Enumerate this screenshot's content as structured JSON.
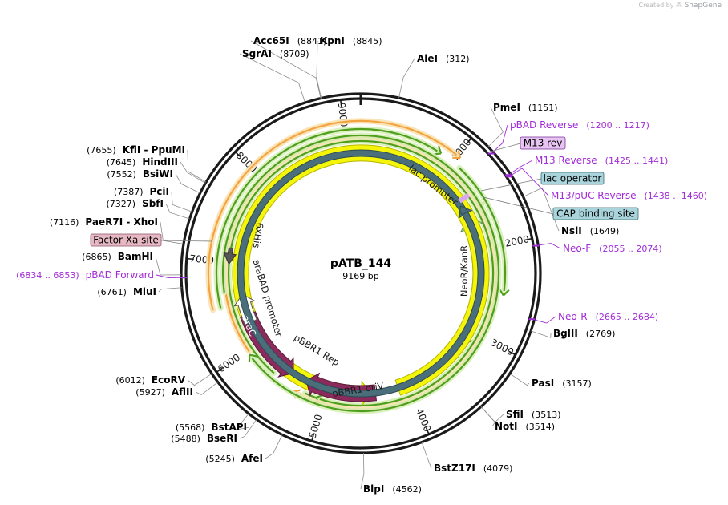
{
  "credit": {
    "prefix": "Created by",
    "brand": "SnapGene"
  },
  "plasmid": {
    "name": "pATB_144",
    "size_label": "9169 bp",
    "length": 9169
  },
  "colors": {
    "backbone": "#1a1a1a",
    "enzyme_label": "#000000",
    "position_label": "#000000",
    "primer": "#a12bd8",
    "primer_box_fill": "#e8c4f2",
    "feature_box_fill": "#a9d4dc",
    "factor_xa_fill": "#e6b8c4",
    "orange_feature": "#f4a340",
    "green_feature": "#4f9e1d",
    "arac": "#8c2a5d",
    "pbbr1_rep": "#8c2a5d",
    "pbbr1_oriv": "#f5f50a",
    "neo_kanr": "#c9f5c5",
    "arabad_promoter": "#ffffff"
  },
  "ticks": [
    {
      "pos": 1000,
      "label": "1000"
    },
    {
      "pos": 2000,
      "label": "2000"
    },
    {
      "pos": 3000,
      "label": "3000"
    },
    {
      "pos": 4000,
      "label": "4000"
    },
    {
      "pos": 5000,
      "label": "5000"
    },
    {
      "pos": 6000,
      "label": "6000"
    },
    {
      "pos": 7000,
      "label": "7000"
    },
    {
      "pos": 8000,
      "label": "8000"
    },
    {
      "pos": 9000,
      "label": "9000"
    }
  ],
  "enzymes": [
    {
      "name": "Acc65I",
      "position": "(8841)",
      "pos": 8841
    },
    {
      "name": "SgrAI",
      "position": "(8709)",
      "pos": 8709
    },
    {
      "name": "KpnI",
      "position": "(8845)",
      "pos": 8845
    },
    {
      "name": "AleI",
      "position": "(312)",
      "pos": 312
    },
    {
      "name": "PmeI",
      "position": "(1151)",
      "pos": 1151
    },
    {
      "name": "NsiI",
      "position": "(1649)",
      "pos": 1649
    },
    {
      "name": "BglII",
      "position": "(2769)",
      "pos": 2769
    },
    {
      "name": "PasI",
      "position": "(3157)",
      "pos": 3157
    },
    {
      "name": "SfiI",
      "position": "(3513)",
      "pos": 3513
    },
    {
      "name": "NotI",
      "position": "(3514)",
      "pos": 3514
    },
    {
      "name": "BstZ17I",
      "position": "(4079)",
      "pos": 4079
    },
    {
      "name": "BlpI",
      "position": "(4562)",
      "pos": 4562
    },
    {
      "name": "AfeI",
      "position": "(5245)",
      "pos": 5245
    },
    {
      "name": "BseRI",
      "position": "(5488)",
      "pos": 5488
    },
    {
      "name": "BstAPI",
      "position": "(5568)",
      "pos": 5568
    },
    {
      "name": "AflII",
      "position": "(5927)",
      "pos": 5927
    },
    {
      "name": "EcoRV",
      "position": "(6012)",
      "pos": 6012
    },
    {
      "name": "MluI",
      "position": "(6761)",
      "pos": 6761
    },
    {
      "name": "BamHI",
      "position": "(6865)",
      "pos": 6865
    },
    {
      "name": "PaeR7I - XhoI",
      "position": "(7116)",
      "pos": 7116
    },
    {
      "name": "SbfI",
      "position": "(7327)",
      "pos": 7327
    },
    {
      "name": "PciI",
      "position": "(7387)",
      "pos": 7387
    },
    {
      "name": "BsiWI",
      "position": "(7552)",
      "pos": 7552
    },
    {
      "name": "HindIII",
      "position": "(7645)",
      "pos": 7645
    },
    {
      "name": "KflI - PpuMI",
      "position": "(7655)",
      "pos": 7655
    }
  ],
  "primers": [
    {
      "name": "pBAD Reverse",
      "range": "(1200 .. 1217)",
      "pos": 1208
    },
    {
      "name": "M13 Reverse",
      "range": "(1425 .. 1441)",
      "pos": 1433
    },
    {
      "name": "M13/pUC Reverse",
      "range": "(1438 .. 1460)",
      "pos": 1449
    },
    {
      "name": "Neo-F",
      "range": "(2055 .. 2074)",
      "pos": 2064
    },
    {
      "name": "Neo-R",
      "range": "(2665 .. 2684)",
      "pos": 2674
    },
    {
      "name": "pBAD Forward",
      "range": "(6834 .. 6853)",
      "pos": 6843
    }
  ],
  "boxed_labels": [
    {
      "name": "M13 rev",
      "kind": "primer_bind"
    },
    {
      "name": "lac operator",
      "kind": "protein_bind"
    },
    {
      "name": "CAP binding site",
      "kind": "protein_bind"
    },
    {
      "name": "Factor Xa site",
      "kind": "cleavage_site"
    }
  ],
  "features": [
    {
      "name": "lac promoter",
      "kind": "promoter"
    },
    {
      "name": "NeoR/KanR",
      "kind": "cds"
    },
    {
      "name": "pBBR1 oriV",
      "kind": "rep_origin"
    },
    {
      "name": "pBBR1 Rep",
      "kind": "cds"
    },
    {
      "name": "araC",
      "kind": "cds"
    },
    {
      "name": "araBAD promoter",
      "kind": "promoter"
    },
    {
      "name": "6xHis",
      "kind": "tag"
    }
  ]
}
